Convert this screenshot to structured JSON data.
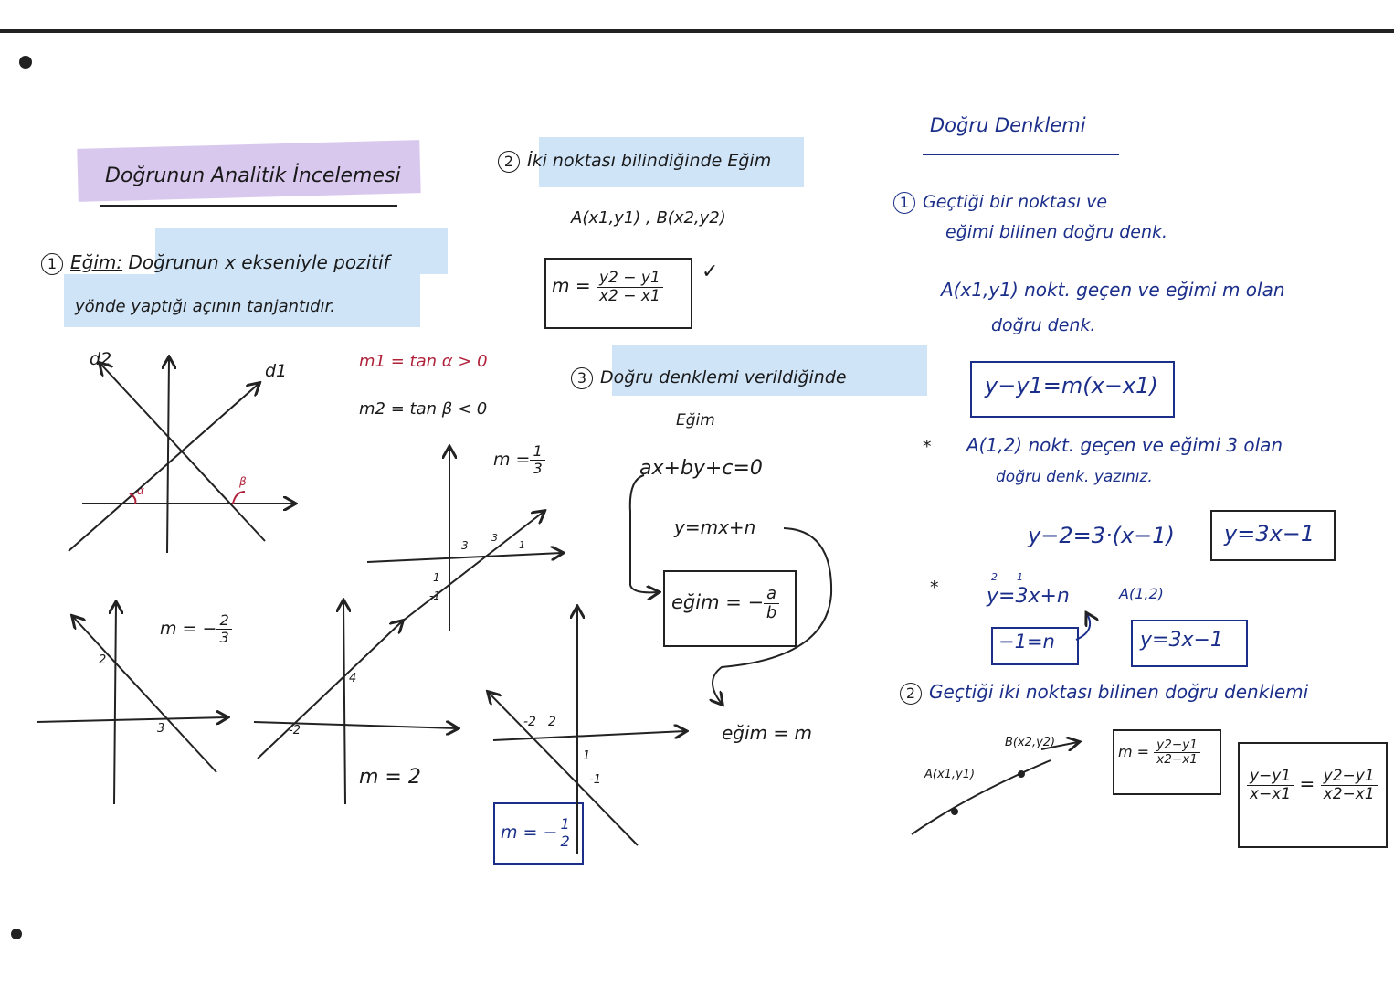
{
  "left": {
    "title": "Doğrunun Analitik İncelemesi",
    "def_num": "1",
    "def_term": "Eğim:",
    "def_line1": "Doğrunun x ekseniyle pozitif",
    "def_line2": "yönde yaptığı açının tanjantıdır.",
    "d2": "d2",
    "d1": "d1",
    "alpha": "α",
    "beta": "β",
    "m1": "m1 = tan α > 0",
    "m2": "m2 = tan β < 0",
    "ex1": {
      "m_label": "m =",
      "num": "1",
      "den": "3",
      "t1": "3",
      "t2": "1",
      "t3": "-1",
      "t4": "3",
      "t5": "1"
    },
    "ex2": {
      "m_label": "m = −",
      "num": "2",
      "den": "3",
      "t1": "2",
      "t2": "3"
    },
    "ex3": {
      "m": "m = 2",
      "t1": "4",
      "t2": "-2"
    },
    "ex4": {
      "m_label": "m = −",
      "num": "1",
      "den": "2",
      "t1": "-2",
      "t2": "2",
      "t3": "1",
      "t4": "-1"
    }
  },
  "middle": {
    "s2_num": "2",
    "s2_title": "İki noktası bilindiğinde Eğim",
    "points": "A(x1,y1) ,  B(x2,y2)",
    "slope_label": "m =",
    "slope_num": "y2 − y1",
    "slope_den": "x2 − x1",
    "check": "✓",
    "s3_num": "3",
    "s3_title": "Doğru denklemi verildiğinde",
    "s3_sub": "Eğim",
    "eq1": "ax+by+c=0",
    "eq2": "y=mx+n",
    "egim_label": "eğim = −",
    "egim_num": "a",
    "egim_den": "b",
    "egim_m": "eğim = m"
  },
  "right": {
    "title": "Doğru Denklemi",
    "s1_num": "1",
    "s1_line1": "Geçtiği bir noktası ve",
    "s1_line2": "eğimi bilinen doğru denk.",
    "s1_line3": "A(x1,y1) nokt. geçen ve eğimi m olan",
    "s1_line4": "doğru denk.",
    "formula": "y−y1=m(x−x1)",
    "ex_star": "*",
    "ex_line1": "A(1,2) nokt. geçen ve eğimi 3 olan",
    "ex_line2": "doğru denk. yazınız.",
    "ex_work": "y−2=3·(x−1)",
    "ex_answer": "y=3x−1",
    "alt_star": "*",
    "alt_eq": "y=3x+n",
    "alt_sub": "2      1",
    "alt_point": "A(1,2)",
    "alt_n": "−1=n",
    "alt_answer": "y=3x−1",
    "s2_num": "2",
    "s2_title": "Geçtiği iki noktası bilinen doğru denklemi",
    "B": "B(x2,y2)",
    "A": "A(x1,y1)",
    "m_label": "m =",
    "m_num": "y2−y1",
    "m_den": "x2−x1",
    "two_point_lnum": "y−y1",
    "two_point_lden": "x−x1",
    "two_point_rnum": "y2−y1",
    "two_point_rden": "x2−x1"
  },
  "colors": {
    "purple_highlight": "#c9b3e6",
    "blue_highlight": "#b9d6f5",
    "ink_blue": "#1b2f8a",
    "ink_red": "#b0223a"
  }
}
